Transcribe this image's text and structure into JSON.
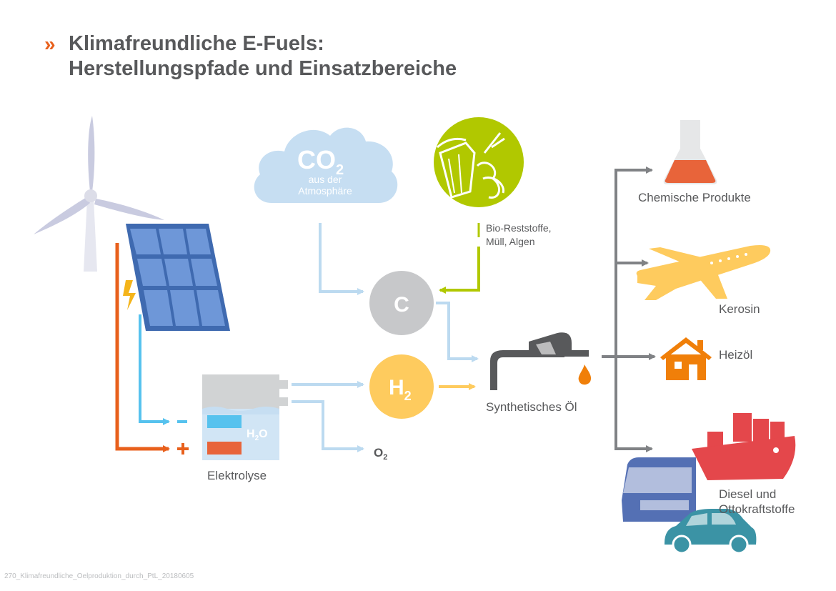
{
  "title": {
    "marker": "»",
    "line1": "Klimafreundliche E-Fuels:",
    "line2": "Herstellungspfade und Einsatzbereiche"
  },
  "sources": {
    "co2_main": "CO",
    "co2_sub": "2",
    "co2_line1": "aus der",
    "co2_line2": "Atmosphäre",
    "bio_line1": "Bio-Reststoffe,",
    "bio_line2": "Müll, Algen"
  },
  "process": {
    "carbon": "C",
    "hydrogen_main": "H",
    "hydrogen_sub": "2",
    "oxygen_main": "O",
    "oxygen_sub": "2",
    "water_main": "H",
    "water_sub": "2",
    "water_end": "O",
    "minus": "-",
    "plus": "+",
    "electrolysis": "Elektrolyse",
    "synthetic_oil": "Synthetisches Öl"
  },
  "products": {
    "chemicals": "Chemische Produkte",
    "kerosene": "Kerosin",
    "heating_oil": "Heizöl",
    "fuels_line1": "Diesel und",
    "fuels_line2": "Ottokraftstoffe"
  },
  "footer": "270_Klimafreundliche_Oelproduktion_durch_PtL_20180605",
  "colors": {
    "title": "#58595b",
    "accent": "#e8601c",
    "light_blue": "#bcdaf0",
    "blue_line": "#56c2ee",
    "orange_line": "#e8601c",
    "green": "#b1c800",
    "carbon_gray": "#c7c8ca",
    "hydrogen_yellow": "#fecb5e",
    "arrow_gray": "#808285",
    "ship_red": "#e4474b",
    "truck_blue": "#5470b4",
    "car_teal": "#3b93a5",
    "plane_yellow": "#fecb5e",
    "house_orange": "#f07f09",
    "panel_blue": "#4b7ec3"
  }
}
